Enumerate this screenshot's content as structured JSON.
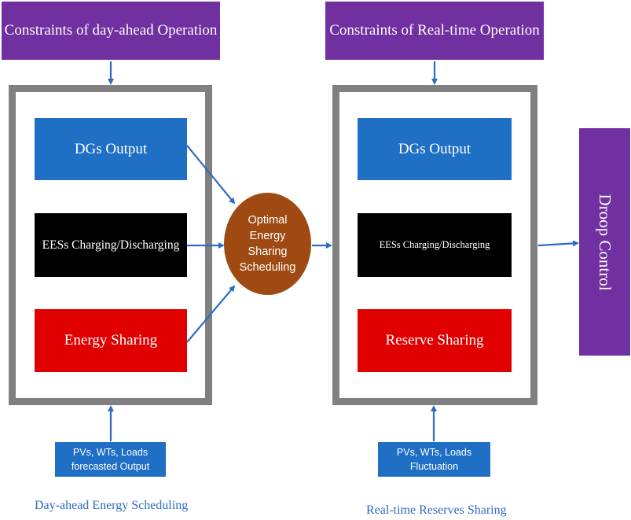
{
  "day_ahead": {
    "constraints_label": "Constraints of day-ahead Operation",
    "dgs_output": "DGs Output",
    "eess_label": "EESs Charging/Discharging",
    "energy_sharing": "Energy Sharing",
    "forecast_line1": "PVs, WTs, Loads",
    "forecast_line2": "forecasted Output",
    "caption": "Day-ahead Energy Scheduling"
  },
  "center": {
    "line1": "Optimal",
    "line2": "Energy",
    "line3": "Sharing",
    "line4": "Scheduling"
  },
  "real_time": {
    "constraints_label": "Constraints of Real-time Operation",
    "dgs_output": "DGs Output",
    "eess_label": "EESs Charging/Discharging",
    "reserve_sharing": "Reserve Sharing",
    "fluct_line1": "PVs, WTs, Loads",
    "fluct_line2": "Fluctuation",
    "caption": "Real-time Reserves Sharing"
  },
  "droop": {
    "label": "Droop Control"
  },
  "colors": {
    "purple": "#7030a0",
    "blue": "#1f6fc5",
    "red": "#e00000",
    "brown": "#9e4a12",
    "frame_gray": "#808080",
    "arrow": "#2e6cc4"
  }
}
